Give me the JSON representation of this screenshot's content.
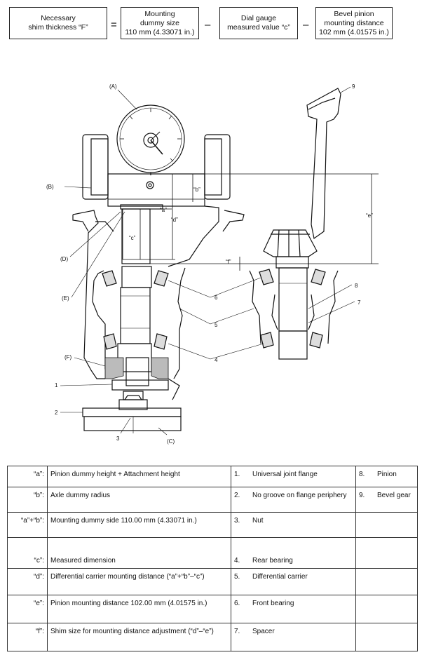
{
  "formula": {
    "box1": "Necessary\nshim thickness “F”",
    "op1": "=",
    "box2": "Mounting\ndummy size\n110 mm (4.33071 in.)",
    "op2": "–",
    "box3": "Dial gauge\nmeasured value “c”",
    "op3": "–",
    "box4": "Bevel pinion\nmounting distance\n102 mm (4.01575 in.)"
  },
  "callouts": {
    "A": "(A)",
    "B": "(B)",
    "C": "(C)",
    "D": "(D)",
    "E": "(E)",
    "F": "(F)",
    "n1": "1",
    "n2": "2",
    "n3": "3",
    "n4": "4",
    "n5": "5",
    "n6": "6",
    "n7": "7",
    "n8": "8",
    "n9": "9",
    "a": "“a”",
    "b": "“b”",
    "c": "“c”",
    "d": "“d”",
    "e": "“e”",
    "f": "“f”"
  },
  "legend": {
    "rows": [
      {
        "key": "“a”:",
        "desc": "Pinion dummy height + Attachment height",
        "n": "1.",
        "part": "Universal joint flange",
        "n2": "8.",
        "part2": "Pinion"
      },
      {
        "key": "“b”:",
        "desc": "Axle dummy radius",
        "n": "2.",
        "part": "No groove on flange periphery",
        "n2": "9.",
        "part2": "Bevel gear"
      },
      {
        "key": "“a”+“b”:",
        "desc": "Mounting dummy side 110.00 mm (4.33071 in.)",
        "n": "3.",
        "part": "Nut",
        "n2": "",
        "part2": ""
      },
      {
        "key": "“c”:",
        "desc": "Measured dimension",
        "n": "4.",
        "part": "Rear bearing",
        "n2": "",
        "part2": ""
      },
      {
        "key": "“d”:",
        "desc": "Differential carrier mounting distance (“a”+“b”–“c”)",
        "n": "5.",
        "part": "Differential carrier",
        "n2": "",
        "part2": ""
      },
      {
        "key": "“e”:",
        "desc": "Pinion mounting distance 102.00 mm (4.01575 in.)",
        "n": "6.",
        "part": "Front bearing",
        "n2": "",
        "part2": ""
      },
      {
        "key": "“f”:",
        "desc": "Shim size for mounting distance adjustment (“d”–“e”)",
        "n": "7.",
        "part": "Spacer",
        "n2": "",
        "part2": ""
      }
    ]
  }
}
